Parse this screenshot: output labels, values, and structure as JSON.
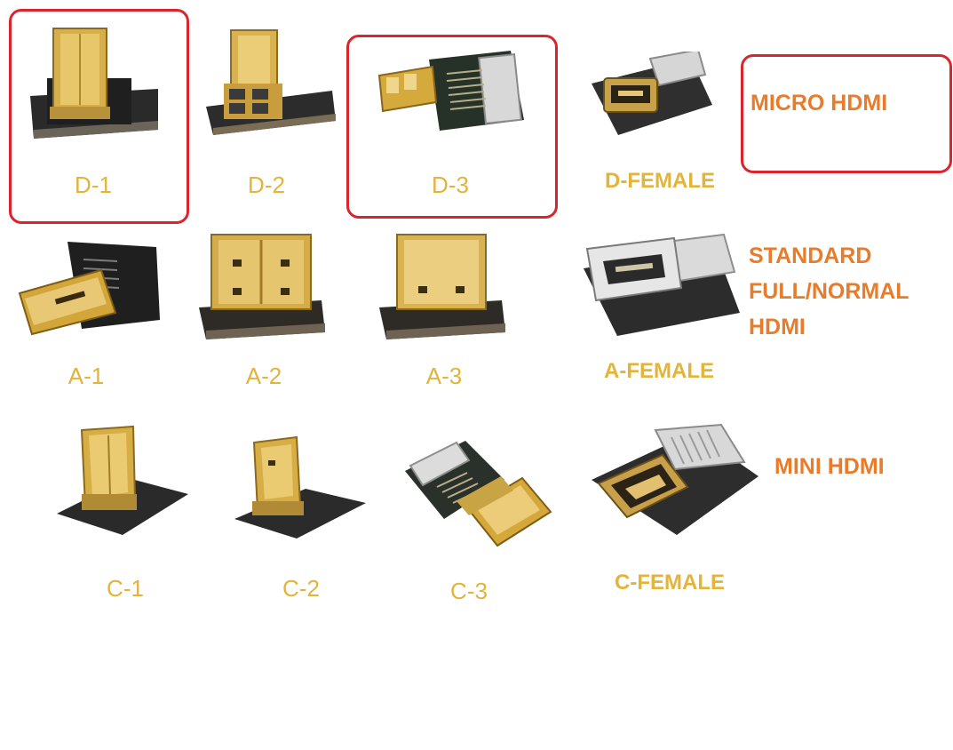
{
  "colors": {
    "label": "#e3b43a",
    "category": "#e87c2b",
    "highlight": "#d9262e",
    "gold": "#d4a93a",
    "board": "#2b2b2b"
  },
  "rows": [
    {
      "category": [
        "MICRO HDMI"
      ],
      "items": [
        {
          "label": "D-1",
          "highlighted": true,
          "icon": "micro-hdmi-vertical-male-icon"
        },
        {
          "label": "D-2",
          "highlighted": false,
          "icon": "micro-hdmi-vertical-male-icon"
        },
        {
          "label": "D-3",
          "highlighted": true,
          "icon": "micro-hdmi-straight-male-icon"
        },
        {
          "label": "D-FEMALE",
          "highlighted": false,
          "icon": "micro-hdmi-female-icon"
        }
      ]
    },
    {
      "category": [
        "STANDARD",
        "FULL/NORMAL",
        "HDMI"
      ],
      "items": [
        {
          "label": "A-1",
          "icon": "hdmi-straight-male-icon"
        },
        {
          "label": "A-2",
          "icon": "hdmi-vertical-male-icon"
        },
        {
          "label": "A-3",
          "icon": "hdmi-vertical-male-icon"
        },
        {
          "label": "A-FEMALE",
          "icon": "hdmi-female-icon"
        }
      ]
    },
    {
      "category": [
        "MINI HDMI"
      ],
      "items": [
        {
          "label": "C-1",
          "icon": "mini-hdmi-vertical-male-icon"
        },
        {
          "label": "C-2",
          "icon": "mini-hdmi-vertical-male-icon"
        },
        {
          "label": "C-3",
          "icon": "mini-hdmi-straight-male-icon"
        },
        {
          "label": "C-FEMALE",
          "icon": "mini-hdmi-female-icon"
        }
      ]
    }
  ]
}
